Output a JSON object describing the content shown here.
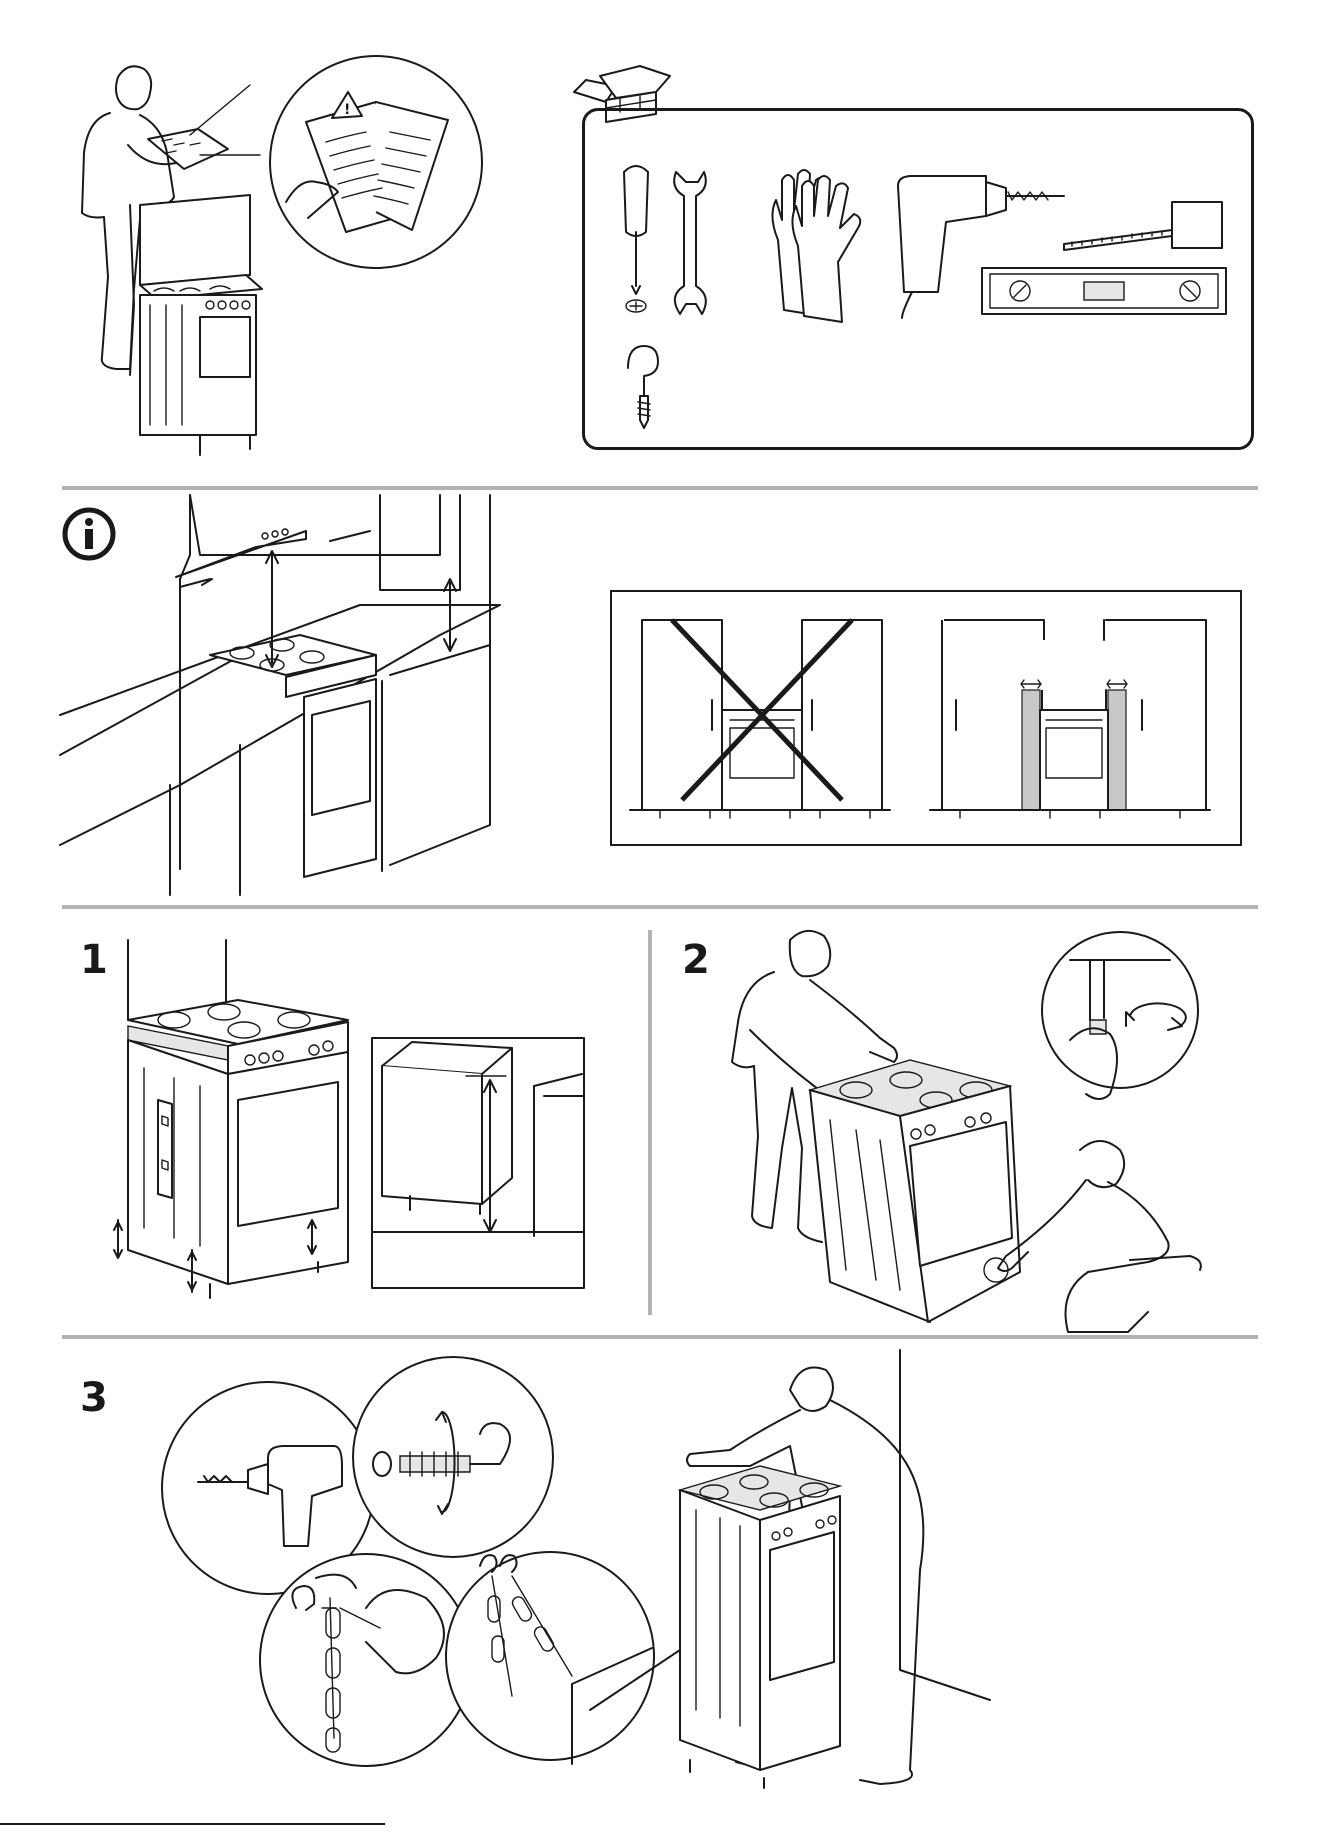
{
  "steps": {
    "s1": "1",
    "s2": "2",
    "s3": "3"
  },
  "icons": {
    "info": "info-icon",
    "toolbox": "toolbox-icon",
    "tools": [
      "screwdriver-icon",
      "wrench-icon",
      "gloves-icon",
      "drill-icon",
      "tape-measure-icon",
      "spirit-level-icon",
      "hook-screw-icon"
    ],
    "warning": "warning-icon"
  },
  "colors": {
    "line": "#1a1a1a",
    "separator": "#b3b3b3",
    "clearance_fill": "#c8c8c8"
  }
}
